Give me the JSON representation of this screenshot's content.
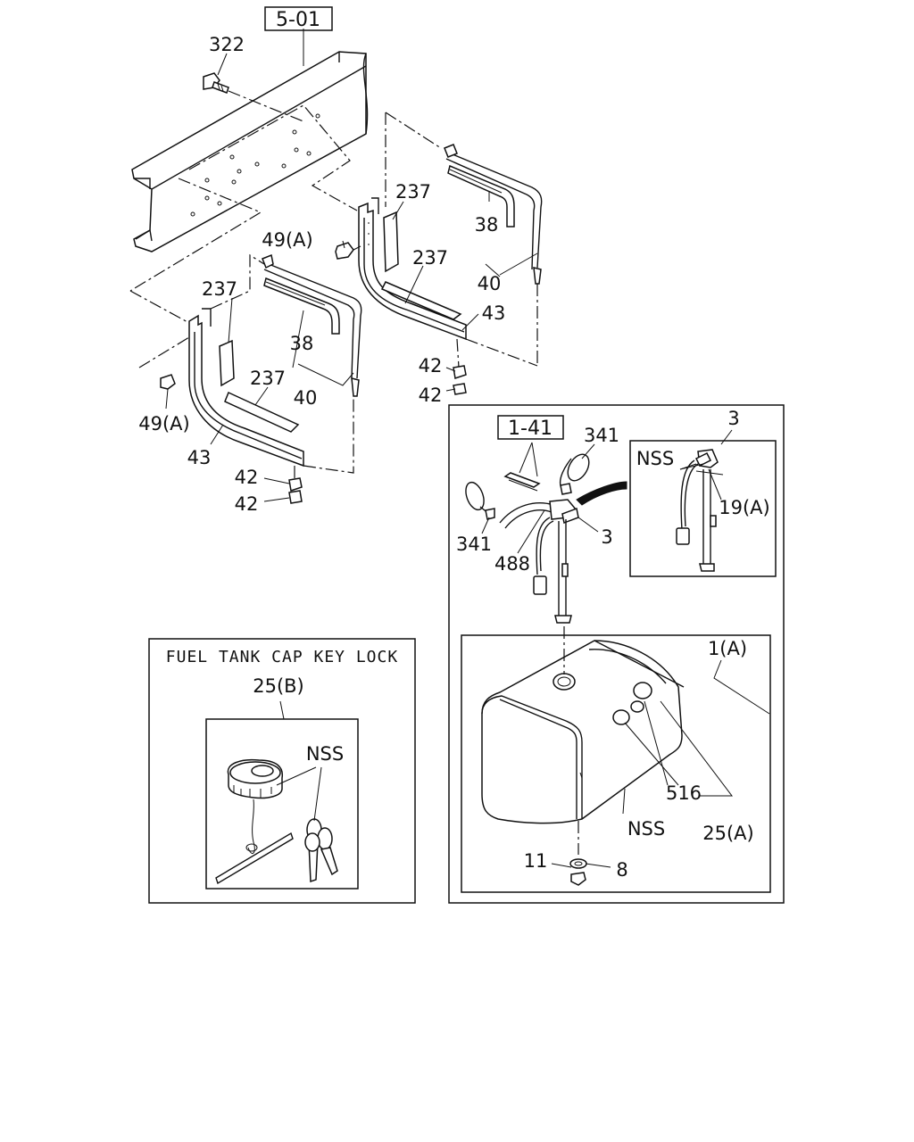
{
  "refs": {
    "frame": "5-01",
    "harness": "1-41"
  },
  "inset_title": "FUEL TANK CAP KEY LOCK",
  "labels": {
    "p322": "322",
    "p237_a": "237",
    "p49a_a": "49(A)",
    "p38_a": "38",
    "p237_b": "237",
    "p40_a": "40",
    "p43_a": "43",
    "p42_a": "42",
    "p42_b": "42",
    "p237_c": "237",
    "p38_b": "38",
    "p237_d": "237",
    "p40_b": "40",
    "p49a_b": "49(A)",
    "p43_b": "43",
    "p42_c": "42",
    "p42_d": "42",
    "p341_a": "341",
    "p3_a": "3",
    "p3_b": "3",
    "pnss_a": "NSS",
    "p19a": "19(A)",
    "p341_b": "341",
    "p488": "488",
    "p1a": "1(A)",
    "p516": "516",
    "pnss_b": "NSS",
    "p25a": "25(A)",
    "p11": "11",
    "p8": "8",
    "p25b": "25(B)",
    "pnss_c": "NSS"
  }
}
